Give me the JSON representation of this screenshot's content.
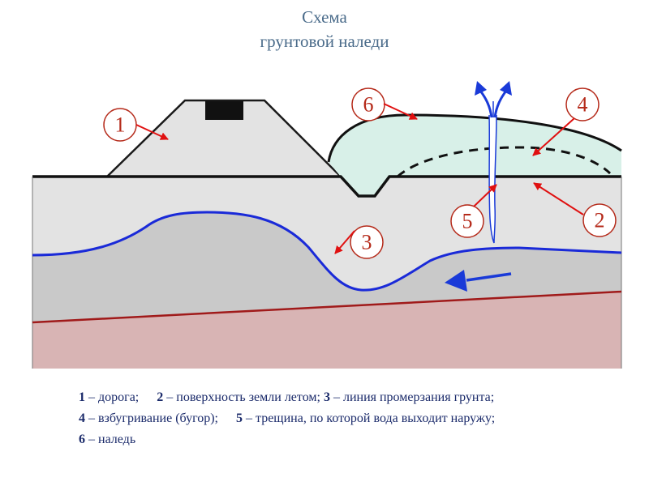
{
  "title": {
    "line1": "Схема",
    "line2": "грунтовой наледи"
  },
  "callouts": [
    {
      "id": "1"
    },
    {
      "id": "2"
    },
    {
      "id": "3"
    },
    {
      "id": "4"
    },
    {
      "id": "5"
    },
    {
      "id": "6"
    }
  ],
  "colors": {
    "title": "#4a6b8a",
    "callout": "#b52a1a",
    "arrow_red": "#e01010",
    "ground_surface": "#e3e3e3",
    "frozen_zone": "#c8c8c8",
    "bedrock": "#d8b4b4",
    "bedrock_line": "#a01a1a",
    "ice": "#d8f0e8",
    "freeze_line": "#1a2ad8",
    "water_arrow": "#1a3ad8",
    "legend_text": "#1a2a6a"
  },
  "legend": {
    "rows": [
      [
        {
          "num": "1",
          "text": " – дорога;"
        },
        {
          "num": "2",
          "text": " – поверхность земли летом;"
        },
        {
          "num": "3",
          "text": " – линия промерзания грунта;"
        }
      ],
      [
        {
          "num": "4",
          "text": " – взбугривание (бугор);"
        },
        {
          "num": "5",
          "text": " – трещина, по которой вода выходит наружу;"
        }
      ],
      [
        {
          "num": "6",
          "text": " – наледь"
        }
      ]
    ]
  }
}
